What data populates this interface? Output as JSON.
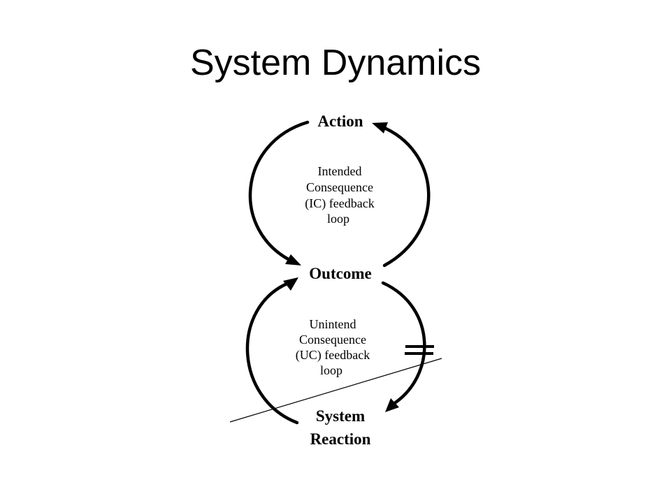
{
  "slide": {
    "title": "System Dynamics"
  },
  "diagram": {
    "nodes": {
      "action": "Action",
      "outcome": "Outcome",
      "system_reaction": [
        "System",
        "Reaction"
      ]
    },
    "loops": {
      "intended": [
        "Intended",
        "Consequence",
        "(IC) feedback",
        "loop"
      ],
      "unintended": [
        "Unintend",
        "Consequence",
        "(UC) feedback",
        "loop"
      ]
    },
    "delay_marker": "double-bar-delay"
  }
}
